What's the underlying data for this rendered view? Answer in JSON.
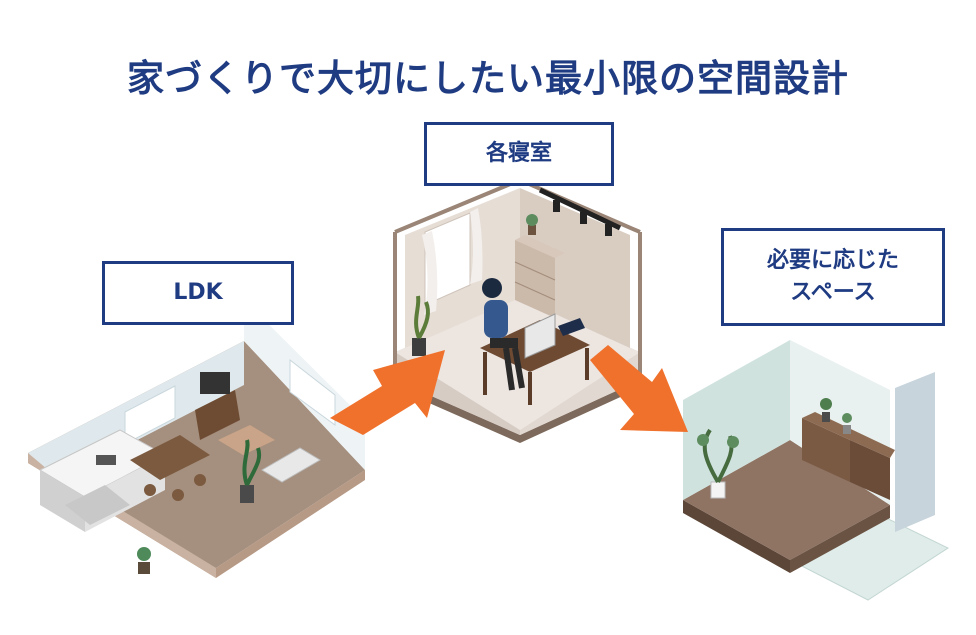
{
  "title": "家づくりで大切にしたい最小限の空間設計",
  "labels": {
    "ldk": "LDK",
    "bedroom": "各寝室",
    "space_line1": "必要に応じた",
    "space_line2": "スペース"
  },
  "colors": {
    "accent_blue": "#1f3b82",
    "arrow_orange": "#f0712c",
    "floor_brown": "#a58f7e",
    "wall_beige": "#e6ddd5",
    "wall_mint": "#cfe2de"
  },
  "icons": [
    "ldk-room-illustration",
    "bedroom-illustration",
    "empty-room-illustration",
    "arrow-right-icon"
  ]
}
